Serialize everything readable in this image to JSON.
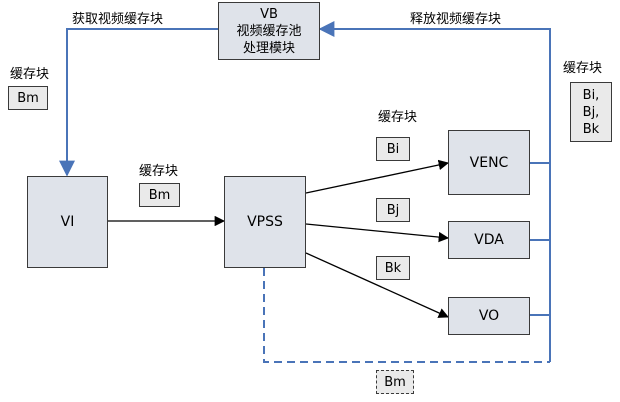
{
  "vb_module": {
    "line1": "VB",
    "line2": "视频缓存池",
    "line3": "处理模块"
  },
  "edges": {
    "get_label": "获取视频缓存块",
    "release_label": "释放视频缓存块"
  },
  "modules": {
    "vi": "VI",
    "vpss": "VPSS",
    "venc": "VENC",
    "vda": "VDA",
    "vo": "VO"
  },
  "cache_labels": {
    "left": "缓存块",
    "middle": "缓存块",
    "vpss_out": "缓存块",
    "right": "缓存块"
  },
  "blocks": {
    "bm_left": "Bm",
    "bm_middle": "Bm",
    "bi": "Bi",
    "bj": "Bj",
    "bk": "Bk",
    "bm_bottom": "Bm",
    "right_stack": [
      "Bi,",
      "Bj,",
      "Bk"
    ]
  },
  "colors": {
    "vb_link": "#4a74b8",
    "data_flow": "#000000",
    "box_fill": "#dfe3ea",
    "chip_fill": "#eaeaea"
  }
}
